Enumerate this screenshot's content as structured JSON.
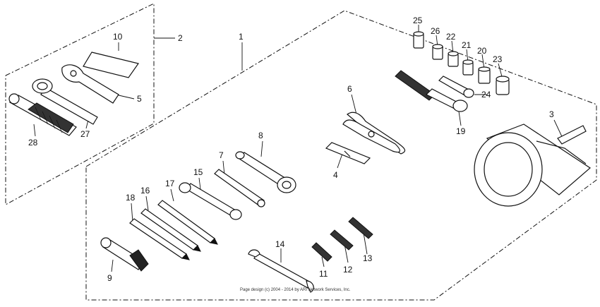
{
  "callouts": {
    "c1": "1",
    "c2": "2",
    "c3": "3",
    "c4": "4",
    "c5": "5",
    "c6": "6",
    "c7": "7",
    "c8": "8",
    "c9": "9",
    "c10": "10",
    "c11": "11",
    "c12": "12",
    "c13": "13",
    "c14": "14",
    "c15": "15",
    "c16": "16",
    "c17": "17",
    "c18": "18",
    "c19": "19",
    "c20": "20",
    "c21": "21",
    "c22": "22",
    "c23": "23",
    "c24": "24",
    "c25": "25",
    "c26": "26",
    "c27": "27",
    "c28": "28"
  },
  "copyright": "Page design (c) 2004 - 2014 by ARI Network Services, Inc."
}
